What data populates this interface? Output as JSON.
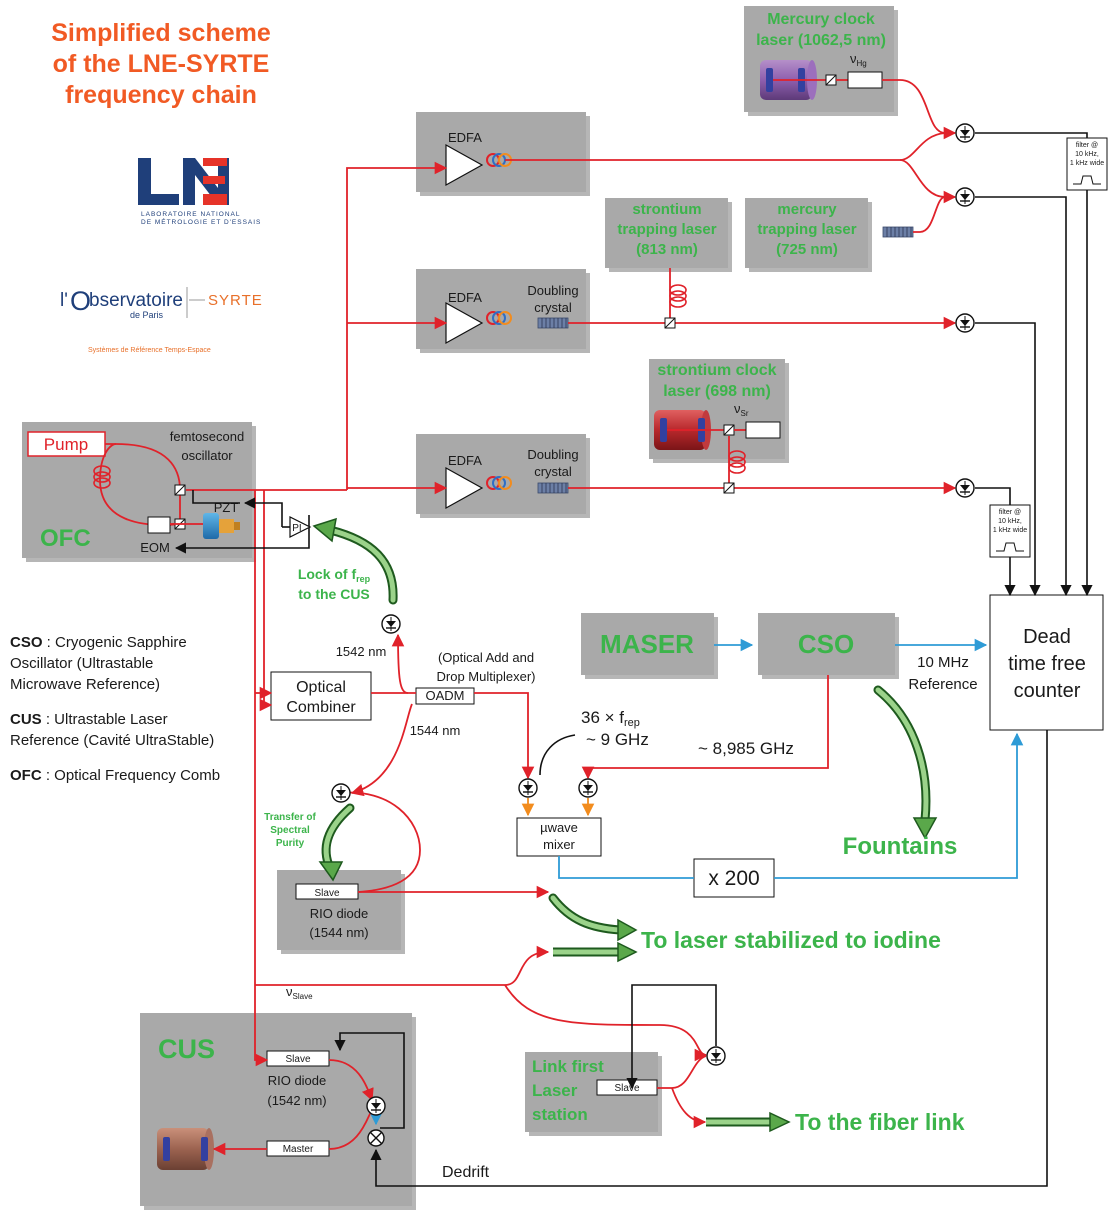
{
  "title": {
    "line1": "Simplified scheme",
    "line2": "of the LNE-SYRTE",
    "line3": "frequency chain"
  },
  "logos": {
    "lne_text": "LNE",
    "lne_sub1": "LABORATOIRE NATIONAL",
    "lne_sub2": "DE MÉTROLOGIE ET D'ESSAIS",
    "obs_l": "l'",
    "obs_O": "O",
    "obs_text": "bservatoire",
    "obs_paris": "de Paris",
    "obs_syrte": "SYRTE",
    "obs_tag": "Systèmes de Référence Temps-Espace"
  },
  "legend": [
    {
      "abbr": "CSO",
      "text": " : Cryogenic Sapphire Oscillator (Ultrastable Microwave Reference)"
    },
    {
      "abbr": "CUS",
      "text": " : Ultrastable Laser Reference (Cavité UltraStable)"
    },
    {
      "abbr": "OFC",
      "text": " : Optical Frequency Comb"
    }
  ],
  "ofc": {
    "pump": "Pump",
    "osc1": "femtosecond",
    "osc2": "oscillator",
    "pzt": "PZT",
    "eom": "EOM",
    "name": "OFC",
    "pi": "PI"
  },
  "edfa": {
    "label": "EDFA",
    "doubling1": "Doubling",
    "doubling2": "crystal"
  },
  "lasers": {
    "hg_clock1": "Mercury clock",
    "hg_clock2": "laser (1062,5 nm)",
    "nu_hg": "ν",
    "nu_hg_sub": "Hg",
    "sr_trap1": "strontium",
    "sr_trap2": "trapping laser",
    "sr_trap3": "(813 nm)",
    "hg_trap1": "mercury",
    "hg_trap2": "trapping laser",
    "hg_trap3": "(725 nm)",
    "sr_clock1": "strontium clock",
    "sr_clock2": "laser (698 nm)",
    "nu_sr": "ν",
    "nu_sr_sub": "Sr"
  },
  "filter": {
    "l1": "filter @",
    "l2": "10 kHz,",
    "l3": "1 kHz wide"
  },
  "lock": {
    "l1": "Lock of f",
    "sub": "rep",
    "l2": "to the CUS"
  },
  "nm1542": "1542 nm",
  "nm1544": "1544 nm",
  "oadm": {
    "d1": "(Optical Add and",
    "d2": "Drop Multiplexer)",
    "box": "OADM"
  },
  "combiner": {
    "l1": "Optical",
    "l2": "Combiner"
  },
  "maser": "MASER",
  "cso": "CSO",
  "ref": {
    "l1": "10 MHz",
    "l2": "Reference"
  },
  "counter": {
    "l1": "Dead",
    "l2": "time free",
    "l3": "counter"
  },
  "mult": {
    "l1": "36 × f",
    "sub": "rep",
    "l2": "~ 9 GHz"
  },
  "ghz": "~ 8,985 GHz",
  "mixer": {
    "l1": "µwave",
    "l2": "mixer"
  },
  "x200": "x 200",
  "fountains": "Fountains",
  "transfer": {
    "l1": "Transfer of",
    "l2": "Spectral",
    "l3": "Purity"
  },
  "rio1544": {
    "slave": "Slave",
    "l1": "RIO diode",
    "l2": "(1544 nm)"
  },
  "iodine": "To laser stabilized to iodine",
  "nu_slave": "ν",
  "nu_slave_sub": "Slave",
  "cus": {
    "name": "CUS",
    "slave": "Slave",
    "l1": "RIO diode",
    "l2": "(1542 nm)",
    "master": "Master"
  },
  "link": {
    "l1": "Link first",
    "l2": "Laser",
    "l3": "station",
    "slave": "Slave"
  },
  "fiber": "To the fiber link",
  "dedrift": "Dedrift",
  "colors": {
    "title": "#f15a24",
    "green_label": "#3cb44b",
    "beam": "#e0222a",
    "rf": "#2e9bd6",
    "lne_blue": "#1f3f7a",
    "lne_red": "#e63329"
  }
}
